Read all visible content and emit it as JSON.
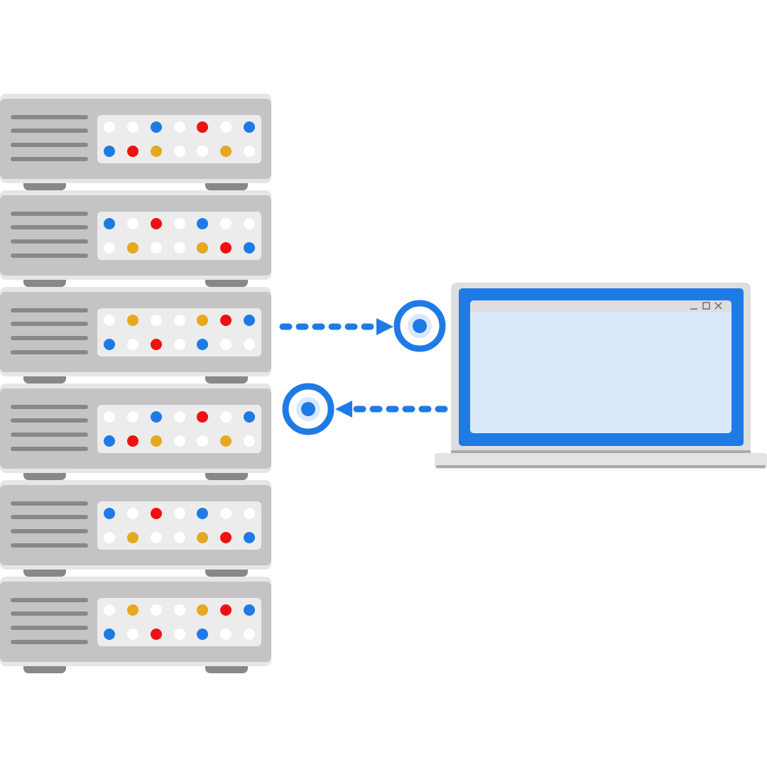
{
  "colors": {
    "background": "#ffffff",
    "server_body": "#c4c4c4",
    "server_top": "#e6e6e6",
    "server_vent": "#888888",
    "server_foot": "#888888",
    "server_panel": "#ececec",
    "blue": "#1e7be6",
    "red": "#ee1111",
    "orange": "#e6a820",
    "white": "#ffffff",
    "laptop_frame": "#dedede",
    "laptop_screen_bg": "#d9e9fb",
    "laptop_titlebar": "#dedede",
    "laptop_base": "#e3e3e3",
    "laptop_base_shadow": "#aaaaaa",
    "target_inner": "#d9e9fb"
  },
  "servers": [
    {
      "leds_top": [
        "white",
        "white",
        "blue",
        "white",
        "red",
        "white",
        "blue"
      ],
      "leds_bottom": [
        "blue",
        "red",
        "orange",
        "white",
        "white",
        "orange",
        "white"
      ]
    },
    {
      "leds_top": [
        "blue",
        "white",
        "red",
        "white",
        "blue",
        "white",
        "white"
      ],
      "leds_bottom": [
        "white",
        "orange",
        "white",
        "white",
        "orange",
        "red",
        "blue"
      ]
    },
    {
      "leds_top": [
        "white",
        "orange",
        "white",
        "white",
        "orange",
        "red",
        "blue"
      ],
      "leds_bottom": [
        "blue",
        "white",
        "red",
        "white",
        "blue",
        "white",
        "white"
      ]
    },
    {
      "leds_top": [
        "white",
        "white",
        "blue",
        "white",
        "red",
        "white",
        "blue"
      ],
      "leds_bottom": [
        "blue",
        "red",
        "orange",
        "white",
        "white",
        "orange",
        "white"
      ]
    },
    {
      "leds_top": [
        "blue",
        "white",
        "red",
        "white",
        "blue",
        "white",
        "white"
      ],
      "leds_bottom": [
        "white",
        "orange",
        "white",
        "white",
        "orange",
        "red",
        "blue"
      ]
    },
    {
      "leds_top": [
        "white",
        "orange",
        "white",
        "white",
        "orange",
        "red",
        "blue"
      ],
      "leds_bottom": [
        "blue",
        "white",
        "red",
        "white",
        "blue",
        "white",
        "white"
      ]
    }
  ],
  "arrows": [
    {
      "name": "request-arrow",
      "direction": "to-laptop-side"
    },
    {
      "name": "response-arrow",
      "direction": "to-server-side"
    }
  ],
  "laptop": {
    "window_controls": [
      "minimize-icon",
      "maximize-icon",
      "close-icon"
    ]
  }
}
